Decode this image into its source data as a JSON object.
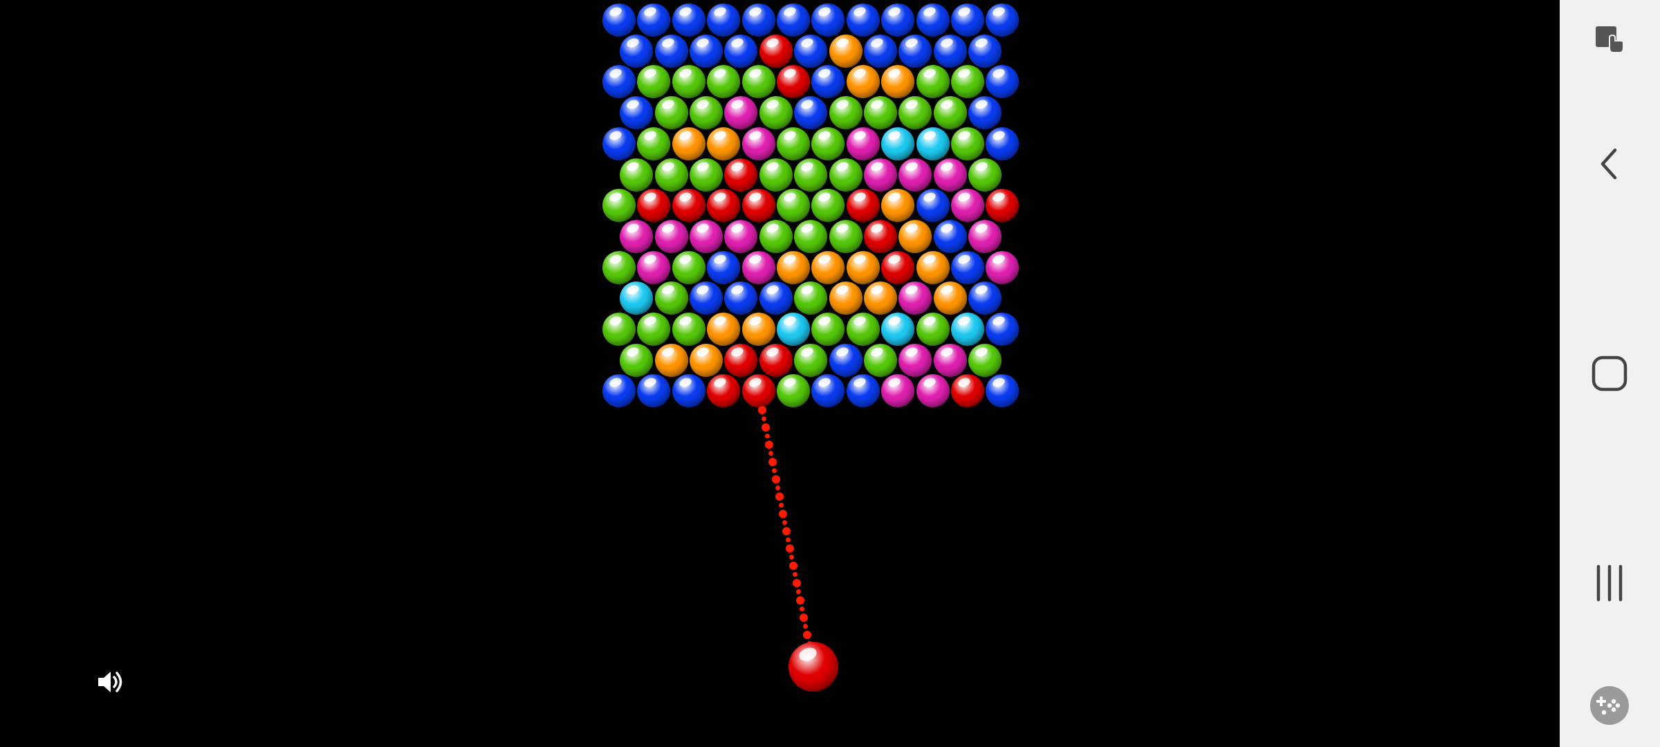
{
  "game": {
    "board": {
      "rows": [
        [
          "blue",
          "blue",
          "blue",
          "blue",
          "blue",
          "blue",
          "blue",
          "blue",
          "blue",
          "blue",
          "blue",
          "blue"
        ],
        [
          "blue",
          "blue",
          "blue",
          "blue",
          "red",
          "blue",
          "orange",
          "blue",
          "blue",
          "blue",
          "blue"
        ],
        [
          "blue",
          "green",
          "green",
          "green",
          "green",
          "red",
          "blue",
          "orange",
          "orange",
          "green",
          "green",
          "blue"
        ],
        [
          "blue",
          "green",
          "green",
          "pink",
          "green",
          "blue",
          "green",
          "green",
          "green",
          "green",
          "blue"
        ],
        [
          "blue",
          "green",
          "orange",
          "orange",
          "pink",
          "green",
          "green",
          "pink",
          "cyan",
          "cyan",
          "green",
          "blue"
        ],
        [
          "green",
          "green",
          "green",
          "red",
          "green",
          "green",
          "green",
          "pink",
          "pink",
          "pink",
          "green"
        ],
        [
          "green",
          "red",
          "red",
          "red",
          "red",
          "green",
          "green",
          "red",
          "orange",
          "blue",
          "pink",
          "red"
        ],
        [
          "pink",
          "pink",
          "pink",
          "pink",
          "green",
          "green",
          "green",
          "red",
          "orange",
          "blue",
          "pink"
        ],
        [
          "green",
          "pink",
          "green",
          "blue",
          "pink",
          "orange",
          "orange",
          "orange",
          "red",
          "orange",
          "blue",
          "pink"
        ],
        [
          "cyan",
          "green",
          "blue",
          "blue",
          "blue",
          "green",
          "orange",
          "orange",
          "pink",
          "orange",
          "blue"
        ],
        [
          "green",
          "green",
          "green",
          "orange",
          "orange",
          "cyan",
          "green",
          "green",
          "cyan",
          "green",
          "cyan",
          "blue"
        ],
        [
          "green",
          "orange",
          "orange",
          "red",
          "red",
          "green",
          "blue",
          "green",
          "pink",
          "pink",
          "green"
        ],
        [
          "blue",
          "blue",
          "blue",
          "red",
          "red",
          "green",
          "blue",
          "blue",
          "pink",
          "pink",
          "red",
          "blue"
        ]
      ]
    },
    "shooter": {
      "color": "red"
    },
    "aim_line_color": "#ff1a00"
  },
  "colors": {
    "blue": "#0a3cf0",
    "red": "#e00000",
    "green": "#55c80a",
    "orange": "#ff9400",
    "pink": "#e020b0",
    "cyan": "#1ec8f0"
  },
  "icons": {
    "sound": "speaker-icon",
    "nav_screenshot": "screen-touch-icon",
    "nav_back": "back-chevron-icon",
    "nav_home": "home-square-icon",
    "nav_recents": "recents-lines-icon",
    "nav_game_tools": "game-controller-icon"
  }
}
